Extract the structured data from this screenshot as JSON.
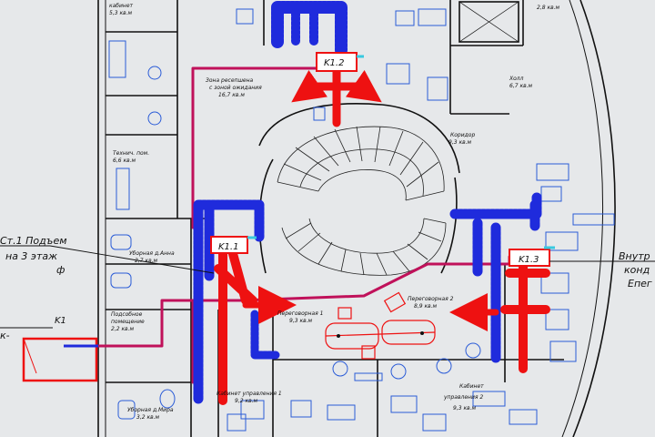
{
  "units": [
    {
      "id": "k1",
      "label": "K1"
    },
    {
      "id": "k12",
      "label": "K1.2"
    },
    {
      "id": "k11",
      "label": "K1.1"
    },
    {
      "id": "k13",
      "label": "K1.3"
    }
  ],
  "notes": {
    "riser_line1": "Ст.1 Подъем",
    "riser_line2": "на 3 этаж",
    "riser_line3": "ф",
    "right_line1": "Внутр",
    "right_line2": "конд",
    "right_line3": "Епег",
    "left_cut": "к-"
  },
  "rooms": [
    {
      "id": "r-top-left",
      "line1": "кабинет",
      "line2": "5,3 кв.м"
    },
    {
      "id": "r-top-right",
      "line1": "",
      "line2": "2,8 кв.м"
    },
    {
      "id": "r-reception",
      "line1": "Зона ресепшена",
      "line2": "с зоной ожидания",
      "line3": "16,7 кв.м"
    },
    {
      "id": "r-hall",
      "line1": "Холл",
      "line2": "6,7 кв.м"
    },
    {
      "id": "r-corridor",
      "line1": "Коридор",
      "line2": "9,3 кв.м"
    },
    {
      "id": "r-tech",
      "line1": "Технич. пом.",
      "line2": "6,6 кв.м"
    },
    {
      "id": "r-wc1",
      "line1": "Уборная д.Анна",
      "line2": "2,7 кв.м"
    },
    {
      "id": "r-lobby",
      "line1": "Подсобное",
      "line2": "помещение",
      "line3": "2,2 кв.м"
    },
    {
      "id": "r-wc2",
      "line1": "Уборная д.Мира",
      "line2": "3,2 кв.м"
    },
    {
      "id": "r-meet1",
      "line1": "Переговорная 1",
      "line2": "9,3 кв.м"
    },
    {
      "id": "r-meet2",
      "line1": "Переговорная 2",
      "line2": "8,9 кв.м"
    },
    {
      "id": "r-mgmt1",
      "line1": "Кабинет управления 1",
      "line2": "9,2 кв.м"
    },
    {
      "id": "r-mgmt2",
      "line1": "Кабинет",
      "line2": "управления 2",
      "line3": "9,3 кв.м"
    }
  ]
}
